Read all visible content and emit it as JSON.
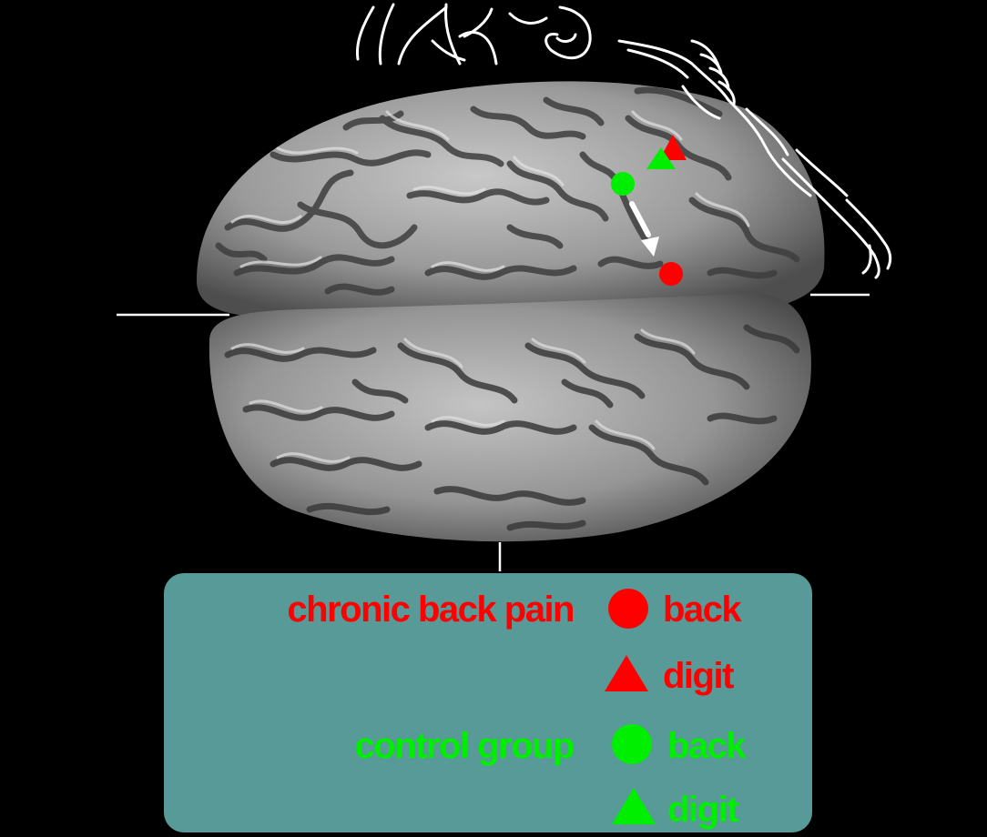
{
  "legend": {
    "groups": [
      {
        "label": "chronic back pain",
        "color": "#ff0000",
        "markers": [
          {
            "shape": "circle",
            "label": "back"
          },
          {
            "shape": "triangle",
            "label": "digit"
          }
        ]
      },
      {
        "label": "control group",
        "color": "#00ee00",
        "markers": [
          {
            "shape": "circle",
            "label": "back"
          },
          {
            "shape": "triangle",
            "label": "digit"
          }
        ]
      }
    ]
  },
  "markers": [
    {
      "group": "chronic back pain",
      "site": "back",
      "shape": "circle",
      "color": "#ff0000"
    },
    {
      "group": "chronic back pain",
      "site": "digit",
      "shape": "triangle",
      "color": "#ff0000"
    },
    {
      "group": "control group",
      "site": "back",
      "shape": "circle",
      "color": "#00ee00"
    },
    {
      "group": "control group",
      "site": "digit",
      "shape": "triangle",
      "color": "#00ee00"
    }
  ],
  "colors": {
    "background": "#000000",
    "legend_box": "#579a98",
    "brain_surface": "#a9a9a9",
    "guide_lines": "#ffffff"
  }
}
